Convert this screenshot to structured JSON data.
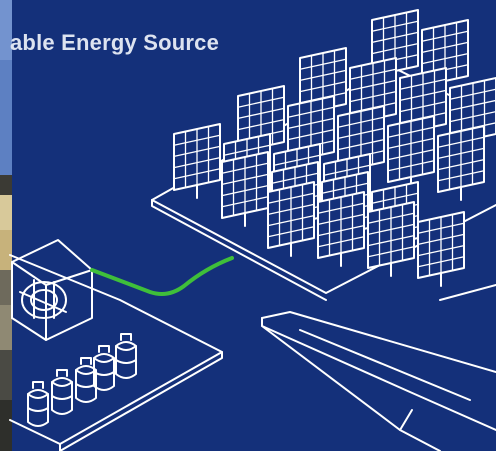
{
  "banner": {
    "heading": "able Energy Source"
  },
  "colors": {
    "background": "#14307a",
    "line_art": "#ffffff",
    "cable": "#3fbf3a"
  },
  "illustration": {
    "subjects": [
      "solar-panel-array",
      "battery-bottles",
      "generator-box",
      "wind-turbine-blade"
    ]
  }
}
